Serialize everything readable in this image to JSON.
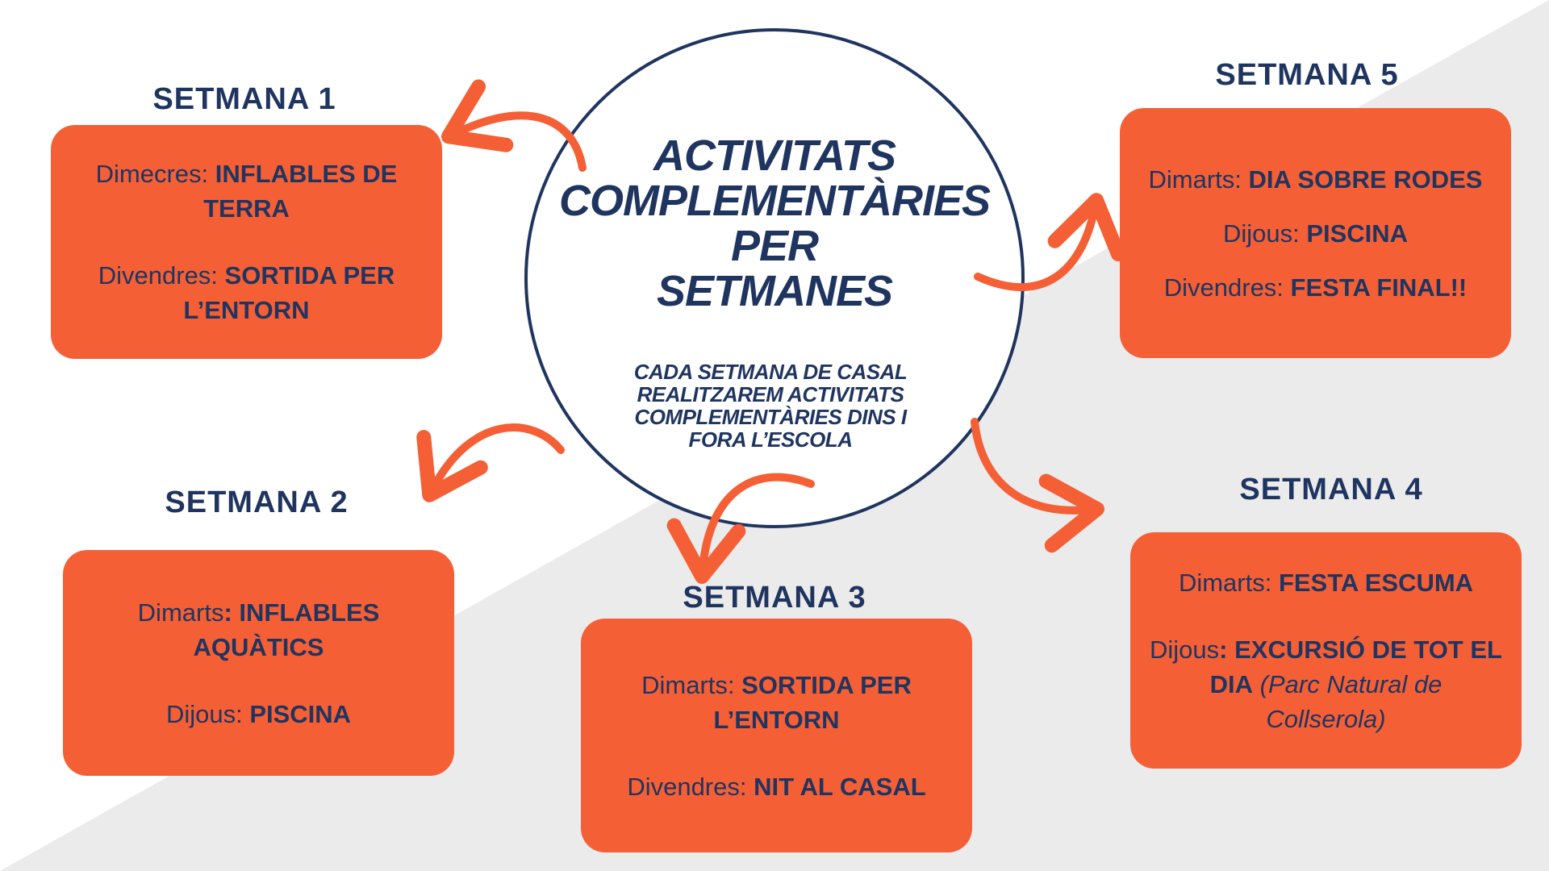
{
  "colors": {
    "navy": "#1f3560",
    "orange": "#f55f35",
    "light_gray": "#ebebeb",
    "white": "#ffffff"
  },
  "center": {
    "title_lines": [
      "ACTIVITATS",
      "COMPLEMENTÀRIES",
      "PER",
      "SETMANES"
    ],
    "subtitle_lines": [
      "CADA SETMANA DE CASAL",
      "REALITZAREM ACTIVITATS",
      "COMPLEMENTÀRIES DINS I",
      "FORA L’ESCOLA"
    ]
  },
  "weeks": [
    {
      "title": "SETMANA 1",
      "entries": [
        {
          "day": "Dimecres: ",
          "activity": "INFLABLES DE TERRA"
        },
        {
          "day": "Divendres: ",
          "activity": "SORTIDA PER L’ENTORN"
        }
      ]
    },
    {
      "title": "SETMANA 2",
      "entries": [
        {
          "day": "Dimarts",
          "activity": ": INFLABLES AQUÀTICS"
        },
        {
          "day": "Dijous: ",
          "activity": "PISCINA"
        }
      ]
    },
    {
      "title": "SETMANA 3",
      "entries": [
        {
          "day": "Dimarts: ",
          "activity": "SORTIDA PER L’ENTORN"
        },
        {
          "day": "Divendres: ",
          "activity": "NIT AL CASAL"
        }
      ]
    },
    {
      "title": "SETMANA 4",
      "entries": [
        {
          "day": "Dimarts: ",
          "activity": "FESTA ESCUMA"
        },
        {
          "day": "Dijous",
          "activity": ": EXCURSIÓ DE TOT EL DIA",
          "note": " (Parc Natural de Collserola)"
        }
      ]
    },
    {
      "title": "SETMANA 5",
      "entries": [
        {
          "day": "Dimarts: ",
          "activity": "DIA SOBRE RODES"
        },
        {
          "day": "Dijous: ",
          "activity": "PISCINA"
        },
        {
          "day": "Divendres: ",
          "activity": "FESTA FINAL!!"
        }
      ]
    }
  ]
}
